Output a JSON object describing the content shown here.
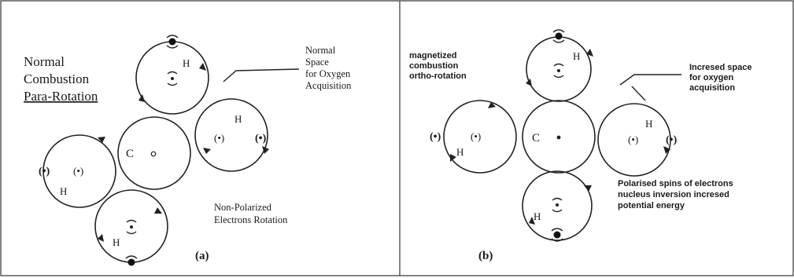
{
  "panel_a": {
    "title_lines": [
      "Normal",
      "Combustion",
      "Para-Rotation"
    ],
    "space_label": [
      "Normal",
      "Space",
      "for Oxygen",
      "Acquisition"
    ],
    "bottom_label": [
      "Non-Polarized",
      "Electrons Rotation"
    ],
    "carbon": "C",
    "hydrogen": "H",
    "panel_label": "(a)"
  },
  "panel_b": {
    "title_lines": [
      "magnetized",
      "combustion",
      "ortho-rotation"
    ],
    "space_label": [
      "Incresed space",
      "for oxygen",
      "acquisition"
    ],
    "bottom_label": [
      "Polarised spins of electrons",
      "nucleus inversion incresed",
      "potential energy"
    ],
    "carbon": "C",
    "hydrogen": "H",
    "panel_label": "(b)"
  },
  "electron_symbol": "(•)"
}
